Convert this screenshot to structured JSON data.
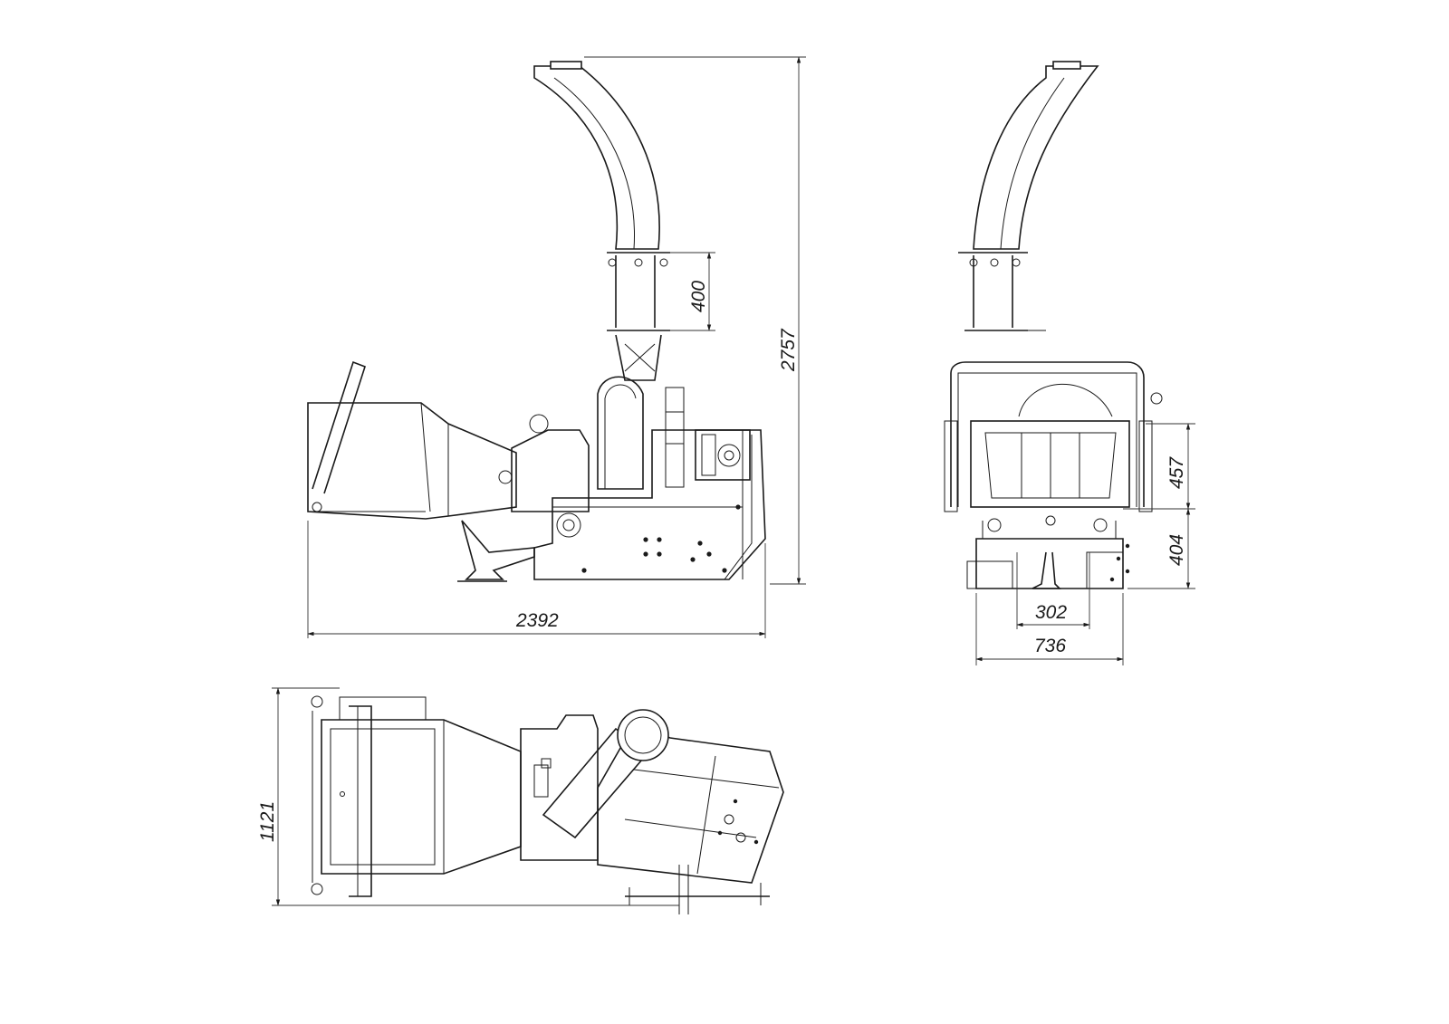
{
  "dimensions": {
    "side_length": "2392",
    "side_height": "2757",
    "chute_section": "400",
    "front_hopper_height": "457",
    "front_base_height": "404",
    "front_inner_width": "302",
    "front_width": "736",
    "top_width": "1121"
  }
}
